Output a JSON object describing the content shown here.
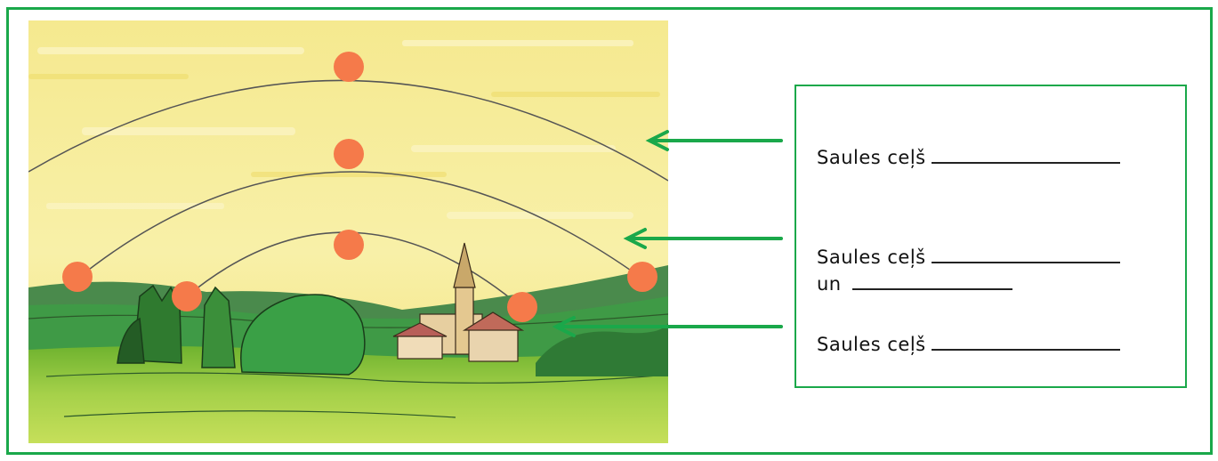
{
  "colors": {
    "border_green": "#1aa84a",
    "sun_orange": "#f57a4a",
    "sky_yellow": "#f6ec9a",
    "grass_green": "#8cc63f"
  },
  "answer_box": {
    "line1": "Saules ceļš",
    "line2": "Saules ceļš",
    "line2b": "un",
    "line3": "Saules ceļš"
  },
  "icons": {
    "sun": "sun-icon",
    "arrow": "arrow-left-icon"
  }
}
